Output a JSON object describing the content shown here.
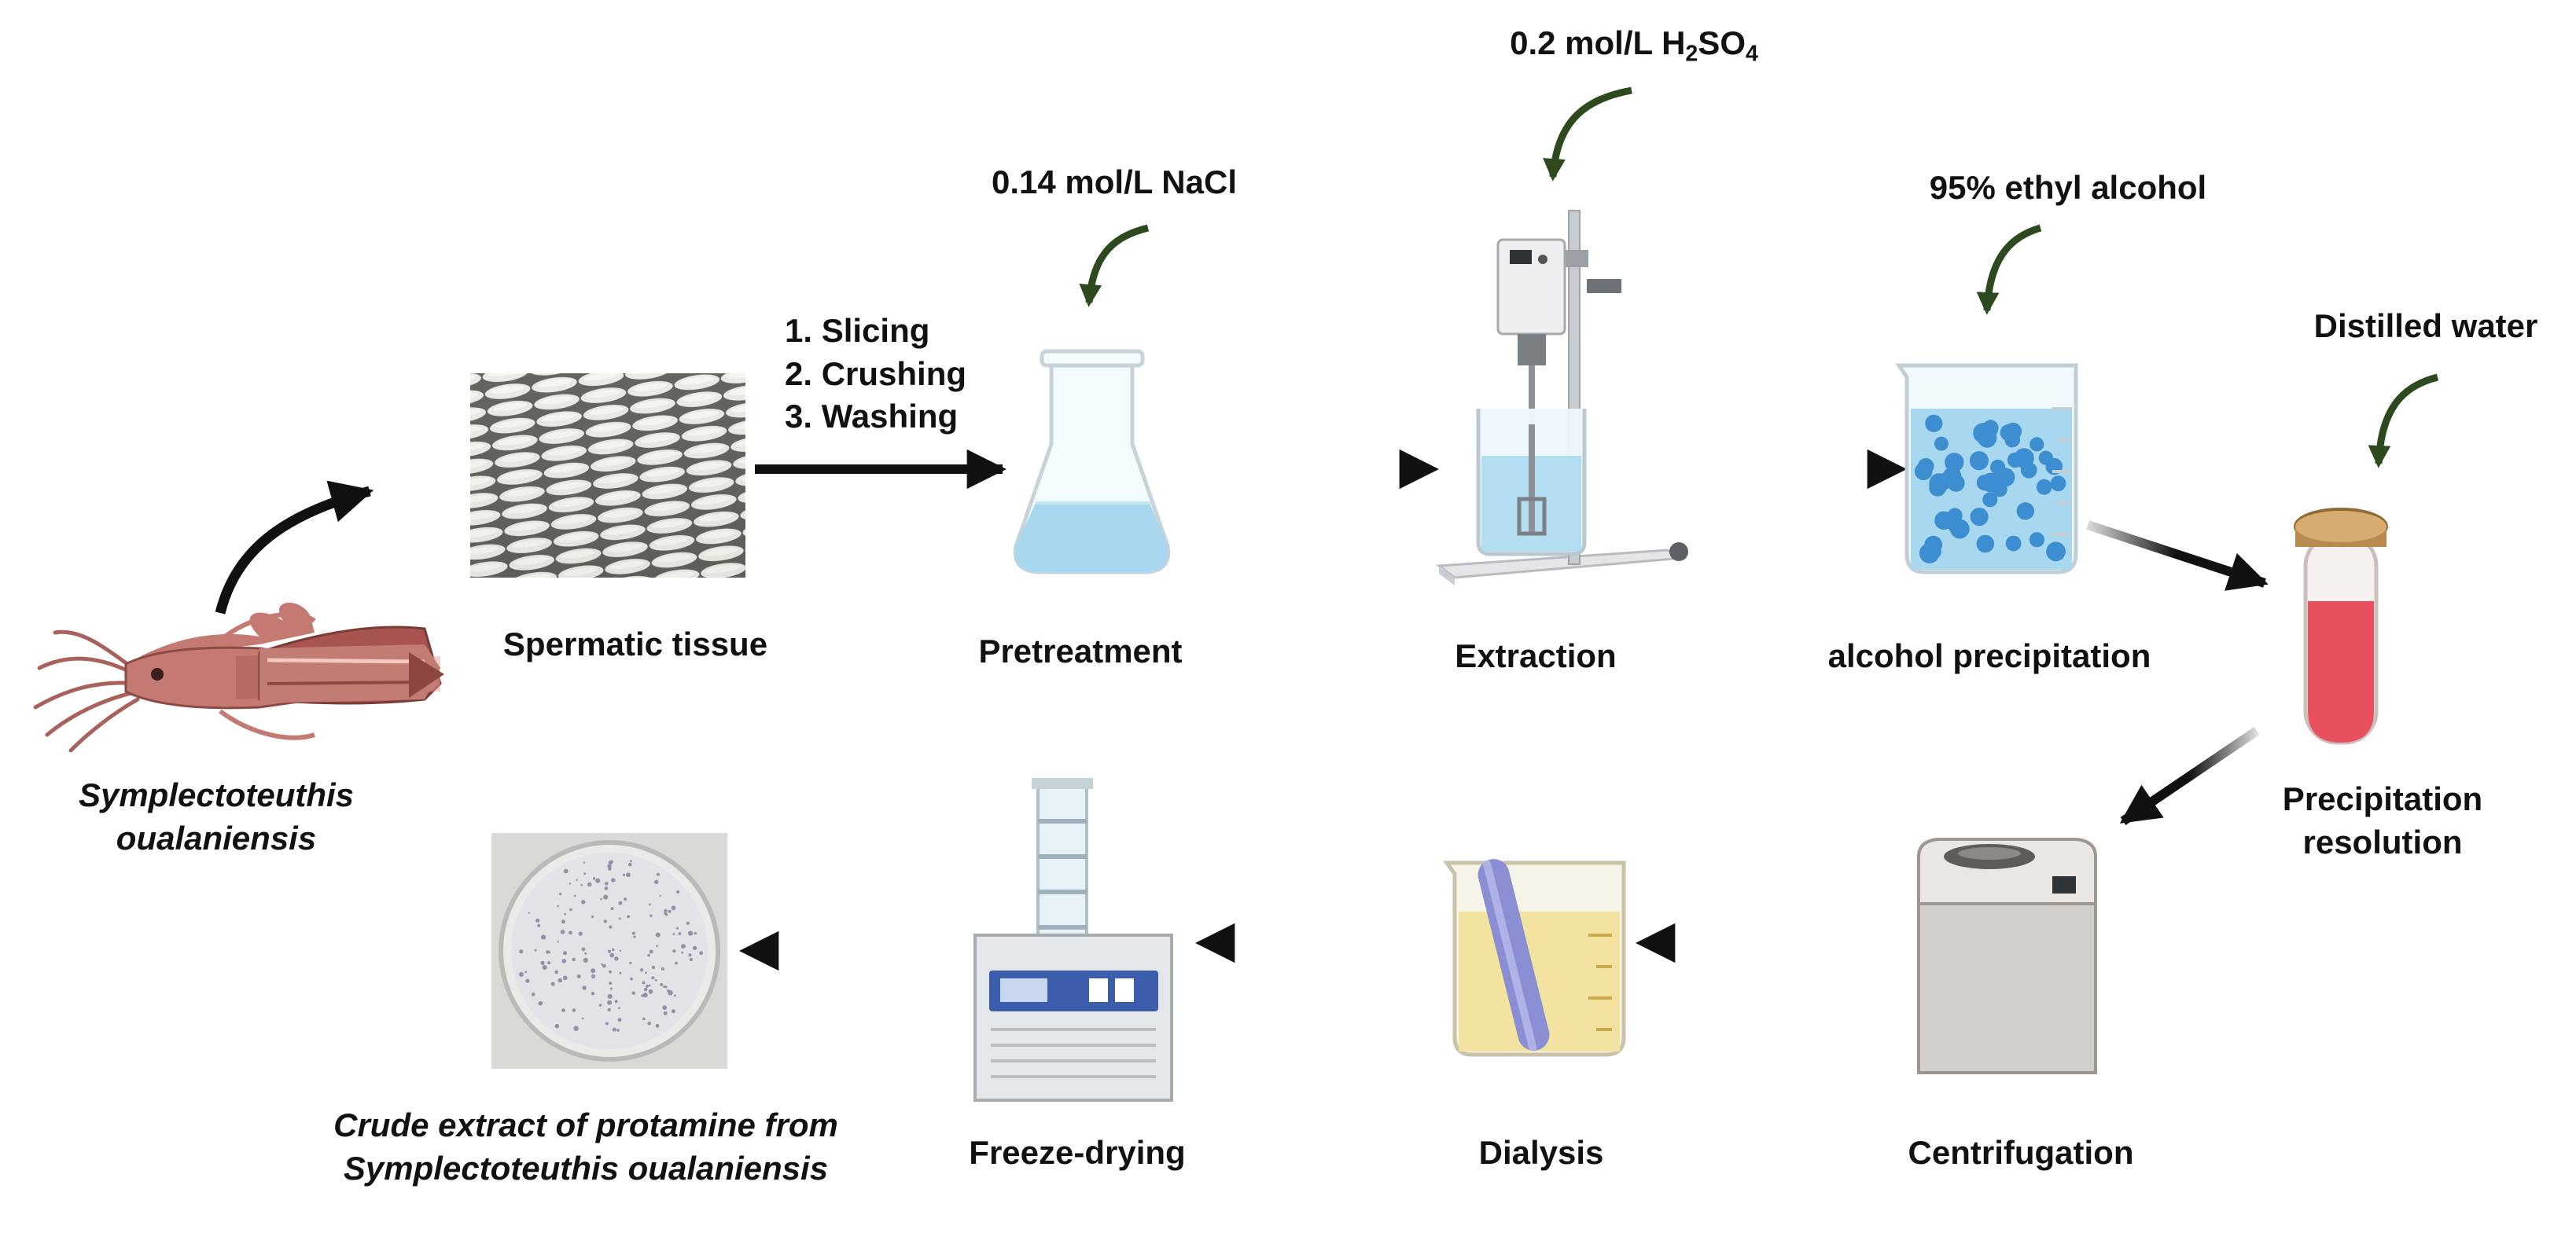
{
  "species": {
    "line1": "Symplectoteuthis",
    "line2": "oualaniensis"
  },
  "processing_steps": [
    "1. Slicing",
    "2. Crushing",
    "3. Washing"
  ],
  "stages": {
    "spermatic_tissue": "Spermatic tissue",
    "pretreatment": "Pretreatment",
    "extraction": "Extraction",
    "alcohol_precipitation": "alcohol precipitation",
    "precipitation_resolution": {
      "line1": "Precipitation",
      "line2": "resolution"
    },
    "centrifugation": "Centrifugation",
    "dialysis": "Dialysis",
    "freeze_drying": "Freeze-drying",
    "crude_extract": {
      "line1": "Crude extract of protamine from",
      "line2": "Symplectoteuthis oualaniensis"
    }
  },
  "reagents": {
    "nacl": "0.14 mol/L NaCl",
    "h2so4_prefix": "0.2 mol/L H",
    "h2so4_sub1": "2",
    "h2so4_mid": "SO",
    "h2so4_sub2": "4",
    "ethanol": "95% ethyl alcohol",
    "water": "Distilled water"
  },
  "colors": {
    "arrow": "#111111",
    "reagent_arrow": "#2d4a1e",
    "squid": "#b0605a",
    "liquid_blue": "#a8d8ef",
    "bead_blue": "#3d8ed0",
    "tube_red": "#e8505e",
    "dialysis_yellow": "#f3e3a0",
    "dialysis_bag": "#8a8fd4",
    "freeze_panel": "#3b5dab"
  }
}
